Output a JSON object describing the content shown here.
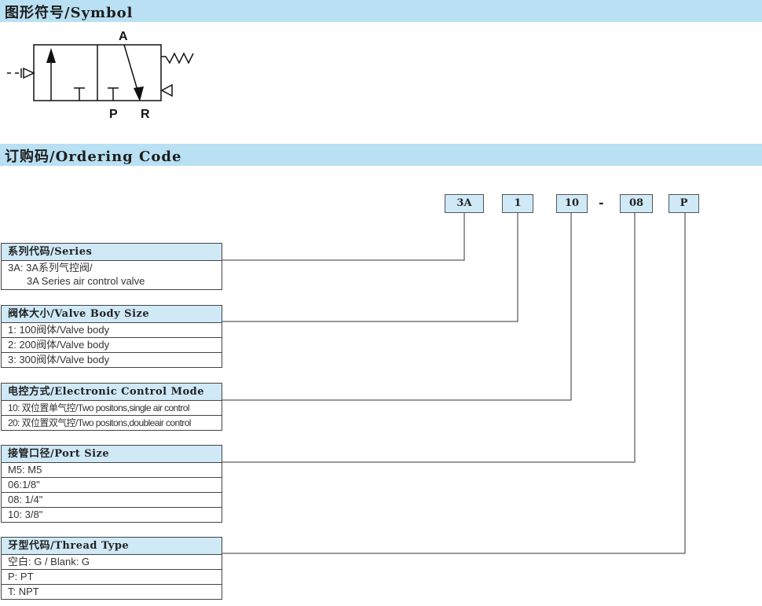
{
  "sections": {
    "symbol_title": "图形符号/Symbol",
    "ordering_title": "订购码/Ordering Code"
  },
  "symbol": {
    "port_a": "A",
    "port_p": "P",
    "port_r": "R"
  },
  "code": {
    "series": "3A",
    "body": "1",
    "control": "10",
    "dash": "-",
    "port": "08",
    "thread": "P"
  },
  "tables": {
    "series": {
      "header": "系列代码/Series",
      "line1": "3A: 3A系列气控阀/",
      "line2": "3A Series air control valve"
    },
    "body": {
      "header": "阀体大小/Valve Body Size",
      "rows": [
        "1: 100阀体/Valve body",
        "2: 200阀体/Valve body",
        "3: 300阀体/Valve body"
      ]
    },
    "control": {
      "header": "电控方式/Electronic Control Mode",
      "rows": [
        "10:  双位置单气控/Two positons,single air control",
        "20:  双位置双气控/Two positons,doubleair control"
      ]
    },
    "port": {
      "header": "接管口径/Port Size",
      "rows": [
        "M5: M5",
        "06:1/8\"",
        "08: 1/4\"",
        "10: 3/8\""
      ]
    },
    "thread": {
      "header": "牙型代码/Thread Type",
      "rows": [
        "空白:  G / Blank:  G",
        "P:  PT",
        "T:  NPT"
      ]
    }
  }
}
